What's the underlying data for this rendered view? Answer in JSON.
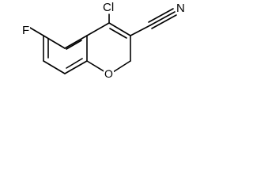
{
  "diagram": {
    "type": "chemical-structure",
    "colors": {
      "bond": "#000000",
      "label": "#000000",
      "background": "#ffffff"
    },
    "atoms": {
      "chlorine": "Cl",
      "fluorine": "F",
      "oxygen": "O",
      "nitrogen": "N"
    }
  }
}
